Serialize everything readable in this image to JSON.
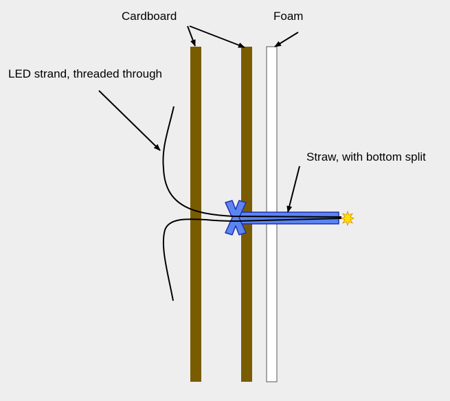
{
  "labels": {
    "cardboard": "Cardboard",
    "foam": "Foam",
    "led_strand": "LED strand, threaded through",
    "straw": "Straw, with bottom split"
  },
  "colors": {
    "background": "#eeeeee",
    "cardboard": "#7a5c00",
    "foam_fill": "#ffffff",
    "foam_stroke": "#555555",
    "straw_fill": "#5c85f2",
    "straw_stroke": "#1f2fb0",
    "wire": "#000000",
    "led_spark": "#ffe000",
    "led_spark_stroke": "#d08a00"
  },
  "icons": {
    "led": "led-spark-icon"
  }
}
